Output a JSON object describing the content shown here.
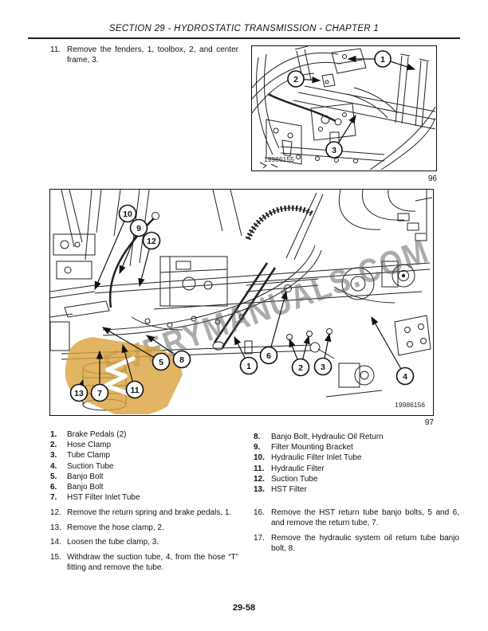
{
  "header": {
    "title": "SECTION 29 - HYDROSTATIC TRANSMISSION - CHAPTER 1"
  },
  "steps_top": [
    {
      "num": "11.",
      "text": "Remove the fenders, 1, toolbox, 2, and center frame, 3."
    }
  ],
  "steps_left": [
    {
      "num": "12.",
      "text": "Remove the return spring and brake pedals, 1."
    },
    {
      "num": "13.",
      "text": "Remove the hose clamp, 2."
    },
    {
      "num": "14.",
      "text": "Loosen the tube clamp, 3."
    },
    {
      "num": "15.",
      "text": "Withdraw the suction tube, 4, from the hose “T” fitting and remove the tube."
    }
  ],
  "steps_right": [
    {
      "num": "16.",
      "text": "Remove the HST return tube banjo bolts, 5 and 6, and remove the return tube, 7."
    },
    {
      "num": "17.",
      "text": "Remove the hydraulic system oil return tube banjo bolt, 8."
    }
  ],
  "legend_left": [
    {
      "num": "1.",
      "label": "Brake Pedals (2)"
    },
    {
      "num": "2.",
      "label": "Hose Clamp"
    },
    {
      "num": "3.",
      "label": "Tube Clamp"
    },
    {
      "num": "4.",
      "label": "Suction Tube"
    },
    {
      "num": "5.",
      "label": "Banjo Bolt"
    },
    {
      "num": "6.",
      "label": "Banjo Bolt"
    },
    {
      "num": "7.",
      "label": "HST Filter Inlet Tube"
    }
  ],
  "legend_right": [
    {
      "num": "8.",
      "label": "Banjo Bolt, Hydraulic Oil Return"
    },
    {
      "num": "9.",
      "label": "Filter Mounting Bracket"
    },
    {
      "num": "10.",
      "label": "Hydraulic Filter Inlet Tube"
    },
    {
      "num": "11.",
      "label": "Hydraulic Filter"
    },
    {
      "num": "12.",
      "label": "Suction Tube"
    },
    {
      "num": "13.",
      "label": "HST Filter"
    }
  ],
  "figure96": {
    "photo_id": "19986155",
    "figure_number": "96",
    "callouts": [
      {
        "label": "1"
      },
      {
        "label": "2"
      },
      {
        "label": "3"
      }
    ]
  },
  "figure97": {
    "photo_id": "19986156",
    "figure_number": "97",
    "watermark": "EVERYMANUALS.COM",
    "callouts": [
      {
        "label": "10"
      },
      {
        "label": "9"
      },
      {
        "label": "12"
      },
      {
        "label": "5"
      },
      {
        "label": "8"
      },
      {
        "label": "11"
      },
      {
        "label": "7"
      },
      {
        "label": "13"
      },
      {
        "label": "1"
      },
      {
        "label": "6"
      },
      {
        "label": "2"
      },
      {
        "label": "3"
      },
      {
        "label": "4"
      }
    ]
  },
  "colors": {
    "watermark_logo": "#D9A33C",
    "watermark_text": "#5a5a5a"
  },
  "footer": {
    "page_number": "29-58"
  }
}
